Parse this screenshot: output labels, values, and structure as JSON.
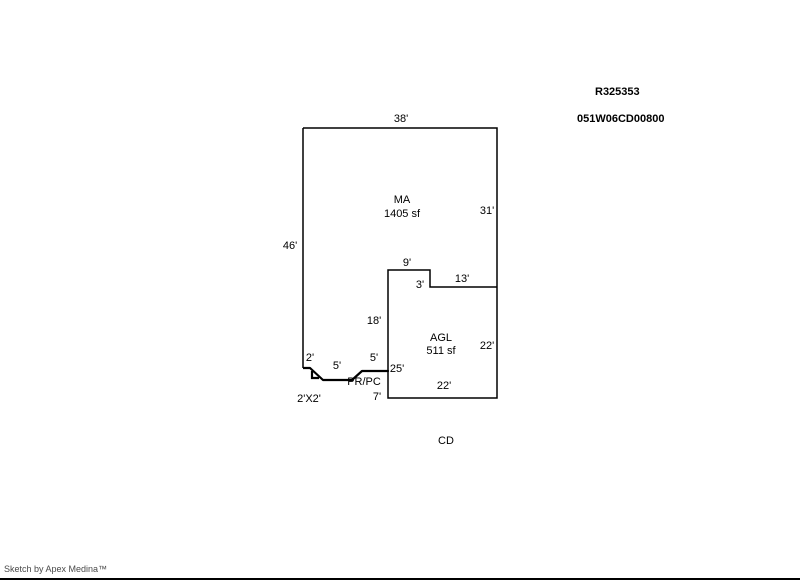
{
  "header": {
    "account_number": "R325353",
    "map_tax_lot": "051W06CD00800"
  },
  "sketch": {
    "areas": {
      "ma": {
        "code": "MA",
        "size": "1405 sf"
      },
      "agl": {
        "code": "AGL",
        "size": "511 sf"
      },
      "porch": {
        "code": "PR/PC"
      },
      "cd": {
        "code": "CD"
      }
    },
    "dims": {
      "ma_top": "38'",
      "ma_left": "46'",
      "ma_right": "31'",
      "notch_top": "9'",
      "notch_side": "3'",
      "notch_right": "13'",
      "agl_left_inner": "18'",
      "agl_left": "25'",
      "agl_right": "22'",
      "agl_bottom": "22'",
      "bump_left": "2'",
      "porch_top_1": "5'",
      "porch_top_2": "5'",
      "porch_bottom": "7'",
      "bay_size": "2'X2'"
    }
  },
  "footer": {
    "credit": "Sketch by Apex Medina™"
  }
}
